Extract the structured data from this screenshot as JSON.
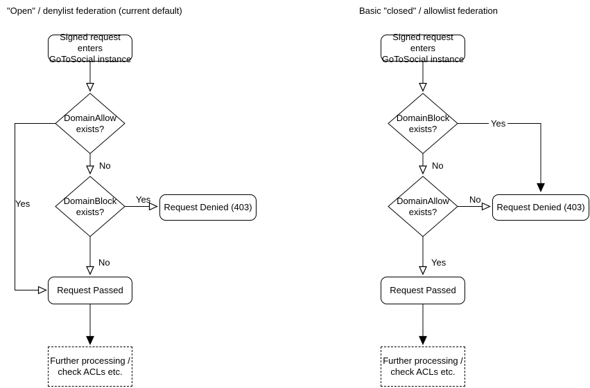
{
  "colors": {
    "stroke": "#000000",
    "background": "#ffffff"
  },
  "left": {
    "title": "\"Open\" / denylist federation (current default)",
    "start": "Signed request enters\nGoToSocial instance",
    "decision1": "DomainAllow\nexists?",
    "decision1_yes_label": "Yes",
    "decision1_no_label": "No",
    "decision2": "DomainBlock\nexists?",
    "decision2_yes_label": "Yes",
    "decision2_no_label": "No",
    "denied": "Request Denied (403)",
    "passed": "Request Passed",
    "further": "Further processing /\ncheck ACLs etc."
  },
  "right": {
    "title": "Basic \"closed\" / allowlist federation",
    "start": "Signed request enters\nGoToSocial instance",
    "decision1": "DomainBlock\nexists?",
    "decision1_yes_label": "Yes",
    "decision1_no_label": "No",
    "decision2": "DomainAllow\nexists?",
    "decision2_yes_label": "Yes",
    "decision2_no_label": "No",
    "denied": "Request Denied (403)",
    "passed": "Request Passed",
    "further": "Further processing /\ncheck ACLs etc."
  }
}
